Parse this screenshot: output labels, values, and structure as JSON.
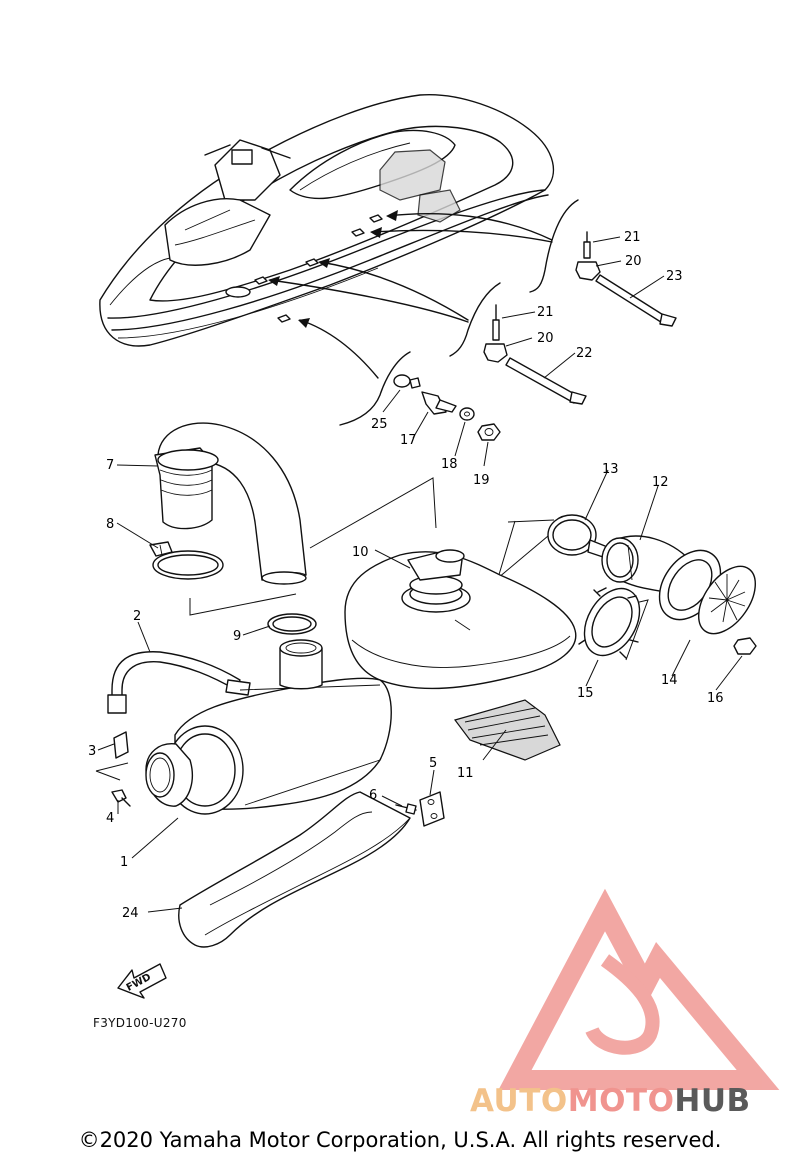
{
  "callouts": [
    {
      "id": "21a",
      "num": "21"
    },
    {
      "id": "20a",
      "num": "20"
    },
    {
      "id": "23",
      "num": "23"
    },
    {
      "id": "21b",
      "num": "21"
    },
    {
      "id": "20b",
      "num": "20"
    },
    {
      "id": "22",
      "num": "22"
    },
    {
      "id": "25",
      "num": "25"
    },
    {
      "id": "17",
      "num": "17"
    },
    {
      "id": "18",
      "num": "18"
    },
    {
      "id": "19",
      "num": "19"
    },
    {
      "id": "7",
      "num": "7"
    },
    {
      "id": "8",
      "num": "8"
    },
    {
      "id": "13",
      "num": "13"
    },
    {
      "id": "12",
      "num": "12"
    },
    {
      "id": "10",
      "num": "10"
    },
    {
      "id": "2",
      "num": "2"
    },
    {
      "id": "9",
      "num": "9"
    },
    {
      "id": "15",
      "num": "15"
    },
    {
      "id": "14",
      "num": "14"
    },
    {
      "id": "16",
      "num": "16"
    },
    {
      "id": "3",
      "num": "3"
    },
    {
      "id": "11",
      "num": "11"
    },
    {
      "id": "5",
      "num": "5"
    },
    {
      "id": "6",
      "num": "6"
    },
    {
      "id": "4",
      "num": "4"
    },
    {
      "id": "1",
      "num": "1"
    },
    {
      "id": "24",
      "num": "24"
    }
  ],
  "fwd_label": "FWD",
  "diagram_code": "F3YD100-U270",
  "watermark": {
    "part1": "AUTO",
    "part2": "MOTO",
    "part3": "HUB",
    "color1": "#f3c28a",
    "color2": "#f0948f",
    "color3": "#5a5a5a"
  },
  "copyright": "©2020 Yamaha Motor Corporation, U.S.A. All rights reserved."
}
